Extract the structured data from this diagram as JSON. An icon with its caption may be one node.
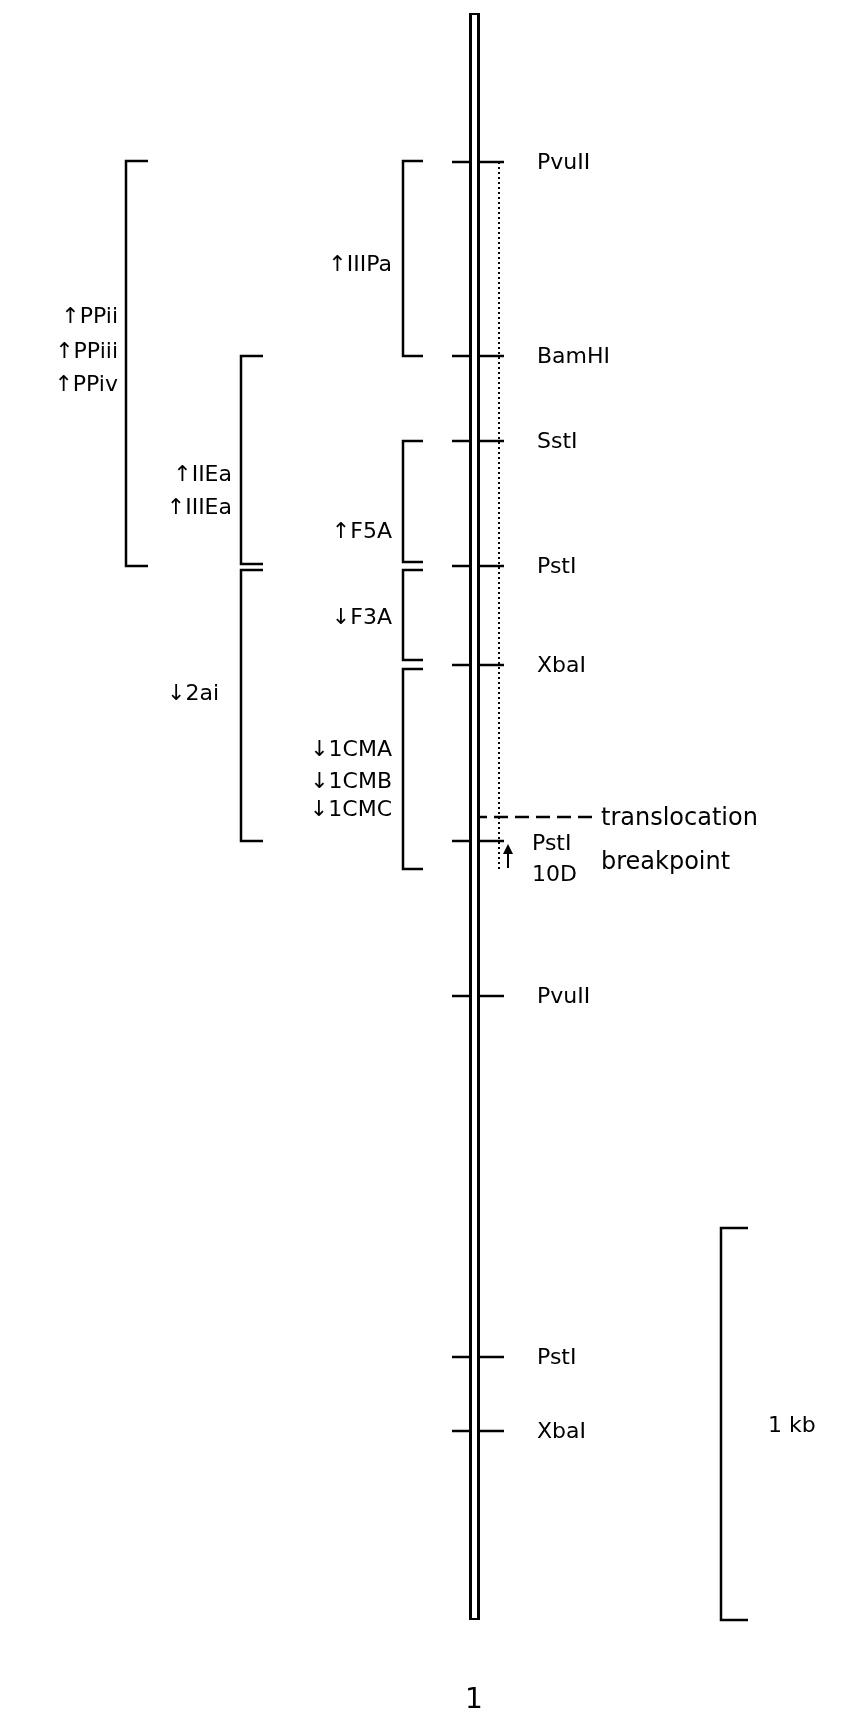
{
  "diagram": {
    "nodes": [
      {
        "text": [],
        "shape": "bar"
      },
      {
        "text": [
          "translocation breakpoint"
        ]
      }
    ],
    "edges": [
      {
        "from": 1,
        "to": 0,
        "arrow": "none",
        "style": "dashed"
      }
    ],
    "labels": [
      "PvuII",
      "↑IIIPa",
      "↑PPii",
      "↑PPiii",
      "BamHI",
      "↑PPiv",
      "SstI",
      "↑IIEa",
      "↑IIIEa",
      "↑F5A",
      "PstI",
      "↓F3A",
      "XbaI",
      "↓2ai",
      "↓1CMA",
      "↓1CMB",
      "↓1CMC",
      "PstI",
      "10D",
      "PvuII",
      "PstI",
      "XbaI",
      "1 kb",
      "1"
    ]
  }
}
